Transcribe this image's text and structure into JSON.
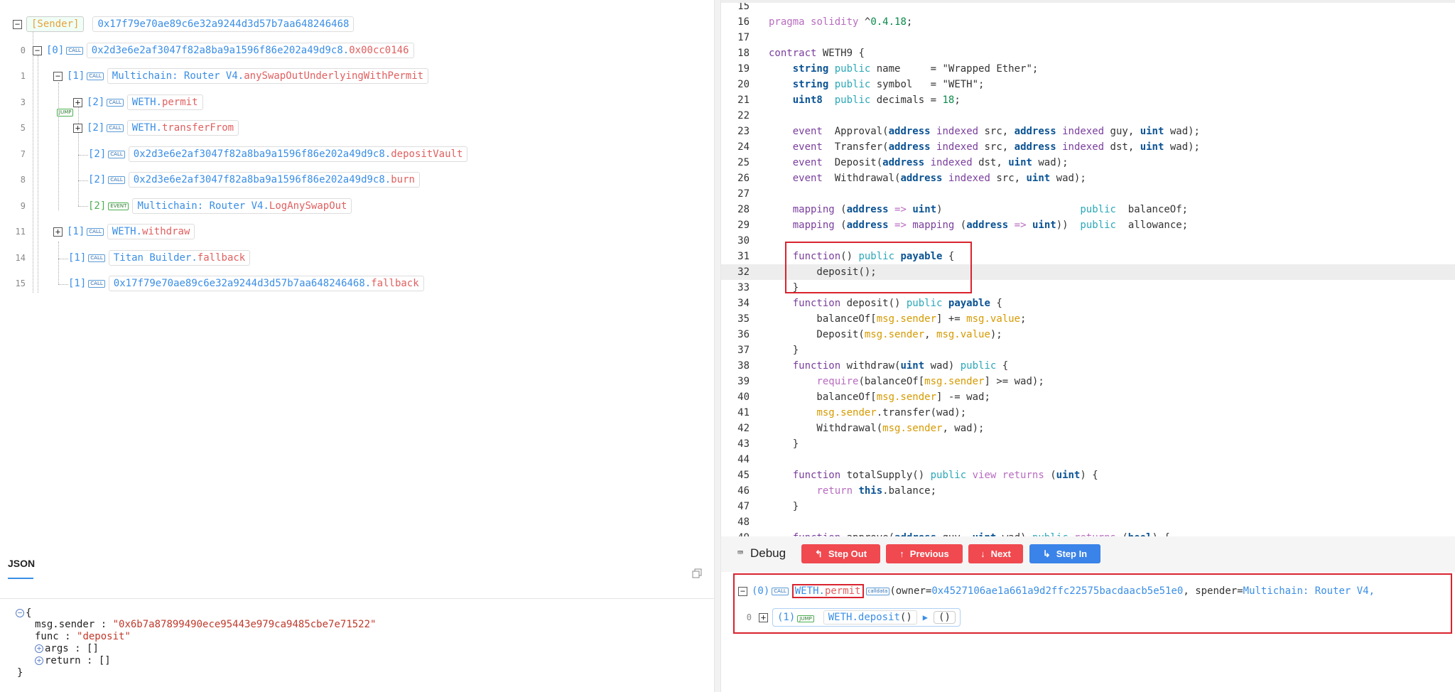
{
  "trace": {
    "root": {
      "sender_tag": "[Sender]",
      "address": "0x17f79e70ae89c6e32a9244d3d57b7aa648246468"
    },
    "rows": [
      {
        "line": "0",
        "depth": "[0]",
        "badge": "CALL",
        "contract": "0x2d3e6e2af3047f82a8ba9a1596f86e202a49d9c8",
        "sep": ".",
        "method": "0x00cc0146"
      },
      {
        "line": "1",
        "depth": "[1]",
        "badge": "CALL",
        "contract": "Multichain: Router V4",
        "sep": ".",
        "method": "anySwapOutUnderlyingWithPermit"
      },
      {
        "line": "3",
        "depth": "[2]",
        "badge": "CALL",
        "contract": "WETH",
        "sep": ".",
        "method": "permit",
        "jump": "JUMP"
      },
      {
        "line": "5",
        "depth": "[2]",
        "badge": "CALL",
        "contract": "WETH",
        "sep": ".",
        "method": "transferFrom"
      },
      {
        "line": "7",
        "depth": "[2]",
        "badge": "CALL",
        "contract": "0x2d3e6e2af3047f82a8ba9a1596f86e202a49d9c8",
        "sep": ".",
        "method": "depositVault"
      },
      {
        "line": "8",
        "depth": "[2]",
        "badge": "CALL",
        "contract": "0x2d3e6e2af3047f82a8ba9a1596f86e202a49d9c8",
        "sep": ".",
        "method": "burn"
      },
      {
        "line": "9",
        "depth": "[2]",
        "badge": "EVENT",
        "contract": "Multichain: Router V4",
        "sep": ".",
        "method": "LogAnySwapOut"
      },
      {
        "line": "11",
        "depth": "[1]",
        "badge": "CALL",
        "contract": "WETH",
        "sep": ".",
        "method": "withdraw"
      },
      {
        "line": "14",
        "depth": "[1]",
        "badge": "CALL",
        "contract": "Titan Builder",
        "sep": ".",
        "method": "fallback"
      },
      {
        "line": "15",
        "depth": "[1]",
        "badge": "CALL",
        "contract": "0x17f79e70ae89c6e32a9244d3d57b7aa648246468",
        "sep": ".",
        "method": "fallback"
      }
    ]
  },
  "json_panel": {
    "title": "JSON",
    "open_brace": "{",
    "close_brace": "}",
    "fields": [
      {
        "key": "msg.sender",
        "colon": " : ",
        "value": "\"0x6b7a87899490ece95443e979ca9485cbe7e71522\""
      },
      {
        "key": "func",
        "colon": " : ",
        "value": "\"deposit\""
      },
      {
        "key": "args",
        "colon": " : ",
        "value": "[]"
      },
      {
        "key": "return",
        "colon": " : ",
        "value": "[]"
      }
    ]
  },
  "code": {
    "lines": [
      {
        "n": "15",
        "t": ""
      },
      {
        "n": "16",
        "t": "pragma solidity ^0.4.18;"
      },
      {
        "n": "17",
        "t": ""
      },
      {
        "n": "18",
        "t": "contract WETH9 {"
      },
      {
        "n": "19",
        "t": "    string public name     = \"Wrapped Ether\";"
      },
      {
        "n": "20",
        "t": "    string public symbol   = \"WETH\";"
      },
      {
        "n": "21",
        "t": "    uint8  public decimals = 18;"
      },
      {
        "n": "22",
        "t": ""
      },
      {
        "n": "23",
        "t": "    event  Approval(address indexed src, address indexed guy, uint wad);"
      },
      {
        "n": "24",
        "t": "    event  Transfer(address indexed src, address indexed dst, uint wad);"
      },
      {
        "n": "25",
        "t": "    event  Deposit(address indexed dst, uint wad);"
      },
      {
        "n": "26",
        "t": "    event  Withdrawal(address indexed src, uint wad);"
      },
      {
        "n": "27",
        "t": ""
      },
      {
        "n": "28",
        "t": "    mapping (address => uint)                       public  balanceOf;"
      },
      {
        "n": "29",
        "t": "    mapping (address => mapping (address => uint))  public  allowance;"
      },
      {
        "n": "30",
        "t": ""
      },
      {
        "n": "31",
        "t": "    function() public payable {"
      },
      {
        "n": "32",
        "t": "        deposit();"
      },
      {
        "n": "33",
        "t": "    }"
      },
      {
        "n": "34",
        "t": "    function deposit() public payable {"
      },
      {
        "n": "35",
        "t": "        balanceOf[msg.sender] += msg.value;"
      },
      {
        "n": "36",
        "t": "        Deposit(msg.sender, msg.value);"
      },
      {
        "n": "37",
        "t": "    }"
      },
      {
        "n": "38",
        "t": "    function withdraw(uint wad) public {"
      },
      {
        "n": "39",
        "t": "        require(balanceOf[msg.sender] >= wad);"
      },
      {
        "n": "40",
        "t": "        balanceOf[msg.sender] -= wad;"
      },
      {
        "n": "41",
        "t": "        msg.sender.transfer(wad);"
      },
      {
        "n": "42",
        "t": "        Withdrawal(msg.sender, wad);"
      },
      {
        "n": "43",
        "t": "    }"
      },
      {
        "n": "44",
        "t": ""
      },
      {
        "n": "45",
        "t": "    function totalSupply() public view returns (uint) {"
      },
      {
        "n": "46",
        "t": "        return this.balance;"
      },
      {
        "n": "47",
        "t": "    }"
      },
      {
        "n": "48",
        "t": ""
      },
      {
        "n": "49",
        "t": "    function approve(address guy, uint wad) public returns (bool) {"
      }
    ],
    "highlighted_line": "32"
  },
  "debug": {
    "label": "Debug",
    "buttons": [
      {
        "label": "Step Out",
        "icon": "step-out-icon"
      },
      {
        "label": "Previous",
        "icon": "arrow-up-icon"
      },
      {
        "label": "Next",
        "icon": "arrow-down-icon"
      },
      {
        "label": "Step In",
        "icon": "step-in-icon"
      }
    ]
  },
  "call_panel": {
    "row0": {
      "depth": "(0)",
      "badge": "CALL",
      "contract": "WETH",
      "sep": ".",
      "method": "permit",
      "calldata_badge": "calldata",
      "args_open": "(owner=",
      "owner": "0x4527106ae1a661a9d2ffc22575bacdaacb5e51e0",
      "args_mid": ", spender=",
      "spender": "Multichain: Router V4,"
    },
    "row1": {
      "line": "0",
      "depth": "(1)",
      "badge": "JUMP",
      "contract": "WETH",
      "sep": ".",
      "method": "deposit",
      "call_parens": "()",
      "result": "()"
    }
  },
  "colors": {
    "accent_blue": "#3a8ee6",
    "method_red": "#e06060",
    "button_red": "#f0494f",
    "button_blue": "#3a83e8",
    "box_red": "#d9232e"
  }
}
